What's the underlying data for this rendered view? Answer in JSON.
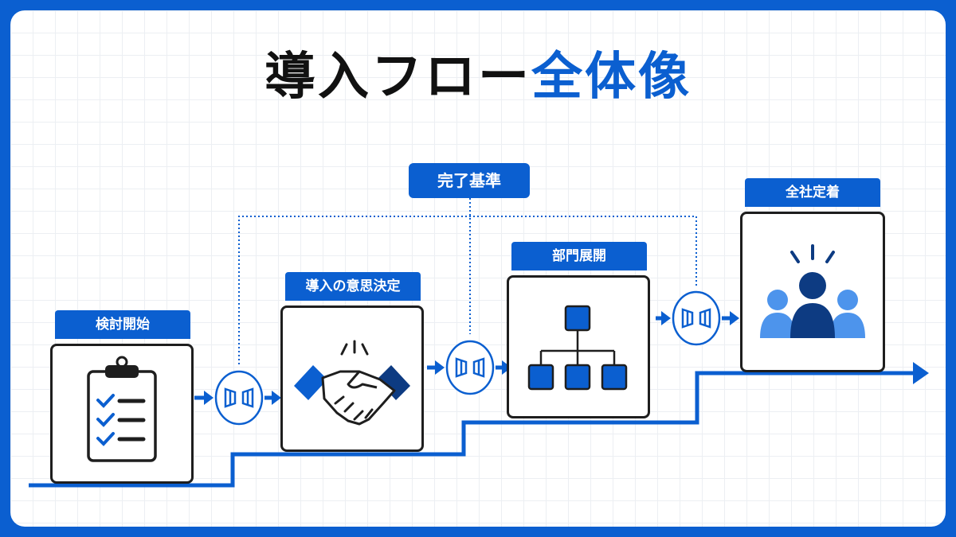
{
  "title": {
    "main": "導入フロー",
    "accent": "全体像"
  },
  "criteria_label": "完了基準",
  "steps": [
    {
      "label": "検討開始",
      "icon": "clipboard-checklist-icon"
    },
    {
      "label": "導入の意思決定",
      "icon": "handshake-icon"
    },
    {
      "label": "部門展開",
      "icon": "org-chart-icon"
    },
    {
      "label": "全社定着",
      "icon": "people-group-icon"
    }
  ],
  "gate_icon": "gate-icon",
  "colors": {
    "accent": "#0b5fd0",
    "dark_navy": "#0d3b82",
    "light_blue": "#4d94ec",
    "ink": "#1e1e1e"
  }
}
